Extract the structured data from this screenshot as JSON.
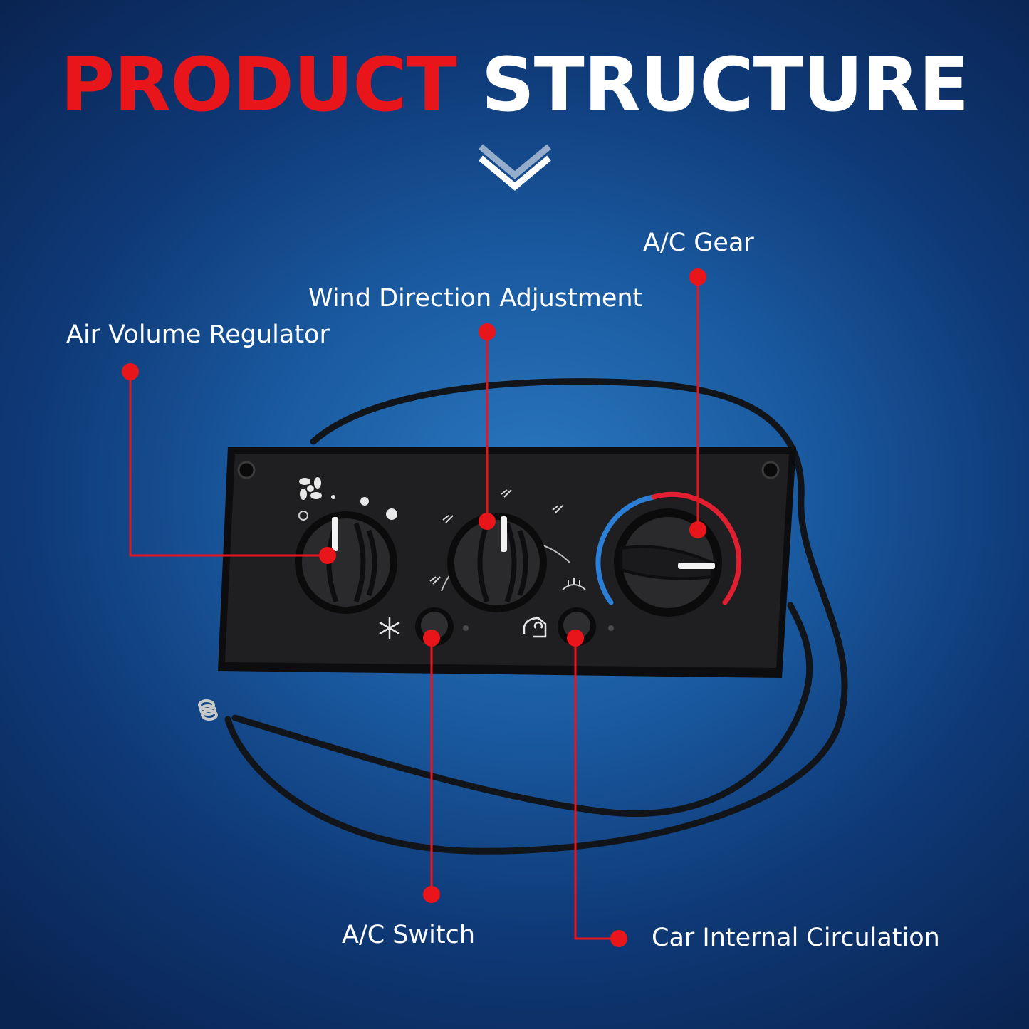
{
  "header": {
    "title_red": "PRODUCT",
    "title_white": "STRUCTURE"
  },
  "icons": {
    "chevron": "double-chevron-down-icon",
    "fan": "fan-icon",
    "snowflake": "snowflake-icon",
    "recirculation": "recirculation-icon",
    "defrost": "defrost-icon"
  },
  "callouts": {
    "ac_gear": "A/C Gear",
    "wind_direction": "Wind Direction Adjustment",
    "air_volume": "Air Volume Regulator",
    "ac_switch": "A/C Switch",
    "internal_circulation": "Car Internal Circulation"
  },
  "colors": {
    "accent_red": "#e8151b",
    "background_blue": "#1a5aa0",
    "temp_cold": "#2b7fd6",
    "temp_hot": "#e02030"
  }
}
